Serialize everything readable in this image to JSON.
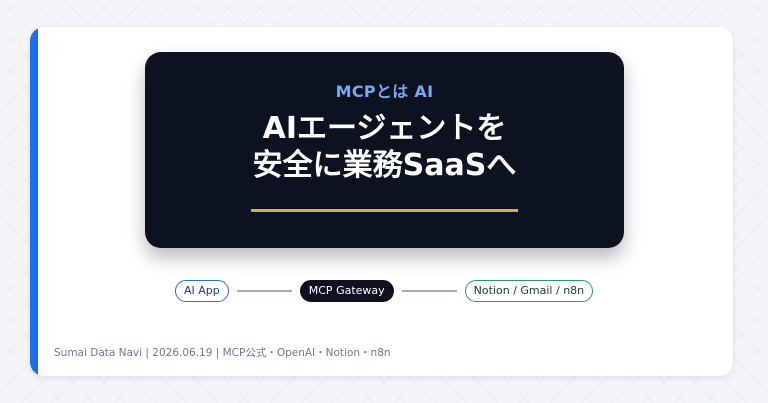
{
  "hero": {
    "kicker": "MCPとは AI",
    "title_line1": "AIエージェントを",
    "title_line2": "安全に業務SaaSへ"
  },
  "flow": {
    "app_label": "AI App",
    "gateway_label": "MCP Gateway",
    "tools_label": "Notion / Gmail / n8n"
  },
  "footer": {
    "text": "Sumai Data Navi | 2026.06.19 | MCP公式・OpenAI・Notion・n8n"
  },
  "colors": {
    "accent_blue": "#1a6ff0",
    "hero_background": "#0d1221",
    "kicker_blue": "#79a8f2",
    "gold_rule": "#d4b13a",
    "app_border": "#2b6fd6",
    "tools_border": "#2a9d5c"
  }
}
